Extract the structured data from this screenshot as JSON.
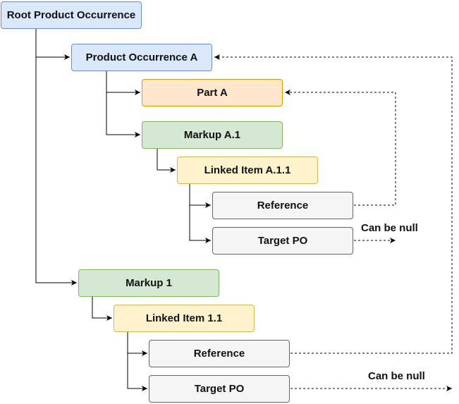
{
  "nodes": {
    "root": "Root Product Occurrence",
    "product_occurrence_a": "Product Occurrence A",
    "part_a": "Part A",
    "markup_a1": "Markup A.1",
    "linked_item_a11": "Linked Item A.1.1",
    "reference_a": "Reference",
    "target_po_a": "Target PO",
    "markup_1": "Markup 1",
    "linked_item_11": "Linked Item 1.1",
    "reference_1": "Reference",
    "target_po_1": "Target PO"
  },
  "notes": {
    "null_a": "Can be null",
    "null_1": "Can be null"
  },
  "colors": {
    "line": "#000000",
    "blue_fill": "#dae8fc",
    "orange_fill": "#ffe6cc",
    "green_fill": "#d5e8d4",
    "yellow_fill": "#fff2cc",
    "gray_fill": "#f5f5f5"
  }
}
